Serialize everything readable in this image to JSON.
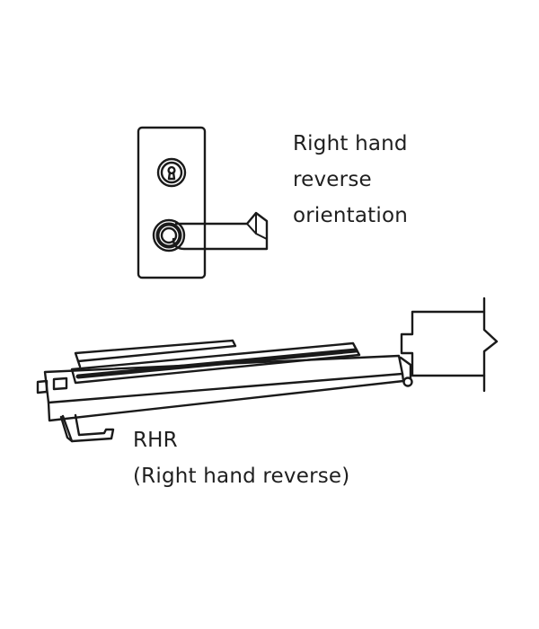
{
  "orientation_label": {
    "lines": [
      "Right hand",
      "reverse",
      "orientation"
    ]
  },
  "code_label": {
    "code": "RHR",
    "description": "(Right hand reverse)"
  },
  "icons": {
    "trim": "lever-trim-icon",
    "keyhole": "keyhole-icon",
    "door": "door-plan-view-icon",
    "frame": "door-frame-icon"
  },
  "colors": {
    "line": "#1a1a1a",
    "background": "#ffffff"
  }
}
